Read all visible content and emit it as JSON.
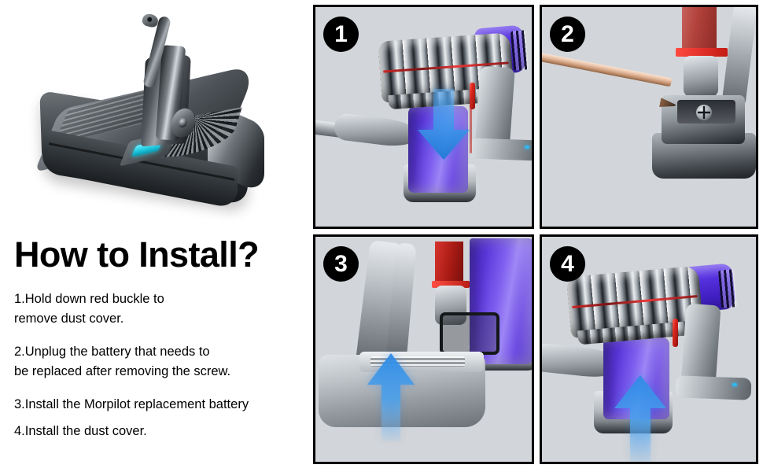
{
  "page": {
    "title": "How to Install?",
    "background_color": "#ffffff"
  },
  "product": {
    "name": "morpilot-replacement-battery",
    "description": "Dyson-style replacement vacuum battery pack",
    "body_color": "#2c3135",
    "led_color": "#2ad8e8"
  },
  "instructions": {
    "heading": "How to Install?",
    "steps": [
      "1.Hold down red buckle to\nremove dust cover.",
      "2.Unplug the battery that needs to\nbe replaced after removing the screw.",
      "3.Install the Morpilot replacement battery",
      "4.Install the dust cover."
    ]
  },
  "panels": [
    {
      "badge": "1",
      "name": "panel-remove-dust-cover",
      "caption": "Hold down red buckle to remove dust cover",
      "arrow_direction": "down",
      "background_color": "#d2d5d9",
      "border_color": "#000000"
    },
    {
      "badge": "2",
      "name": "panel-remove-screw",
      "caption": "Unplug the battery after removing the screw with a screwdriver",
      "arrow_direction": "none",
      "background_color": "#d2d5d9",
      "border_color": "#000000"
    },
    {
      "badge": "3",
      "name": "panel-install-battery",
      "caption": "Install the Morpilot replacement battery",
      "arrow_direction": "up",
      "background_color": "#d2d5d9",
      "border_color": "#000000"
    },
    {
      "badge": "4",
      "name": "panel-install-dust-cover",
      "caption": "Install the dust cover",
      "arrow_direction": "up",
      "background_color": "#d2d5d9",
      "border_color": "#000000"
    }
  ],
  "colors": {
    "arrow_blue": "#3b96e8",
    "bin_purple": "#5a37da",
    "motor_purple": "#5430dd",
    "buckle_red": "#c21a14",
    "chrome": "#b9bfc5",
    "screwdriver_tan": "#e6bca0"
  }
}
